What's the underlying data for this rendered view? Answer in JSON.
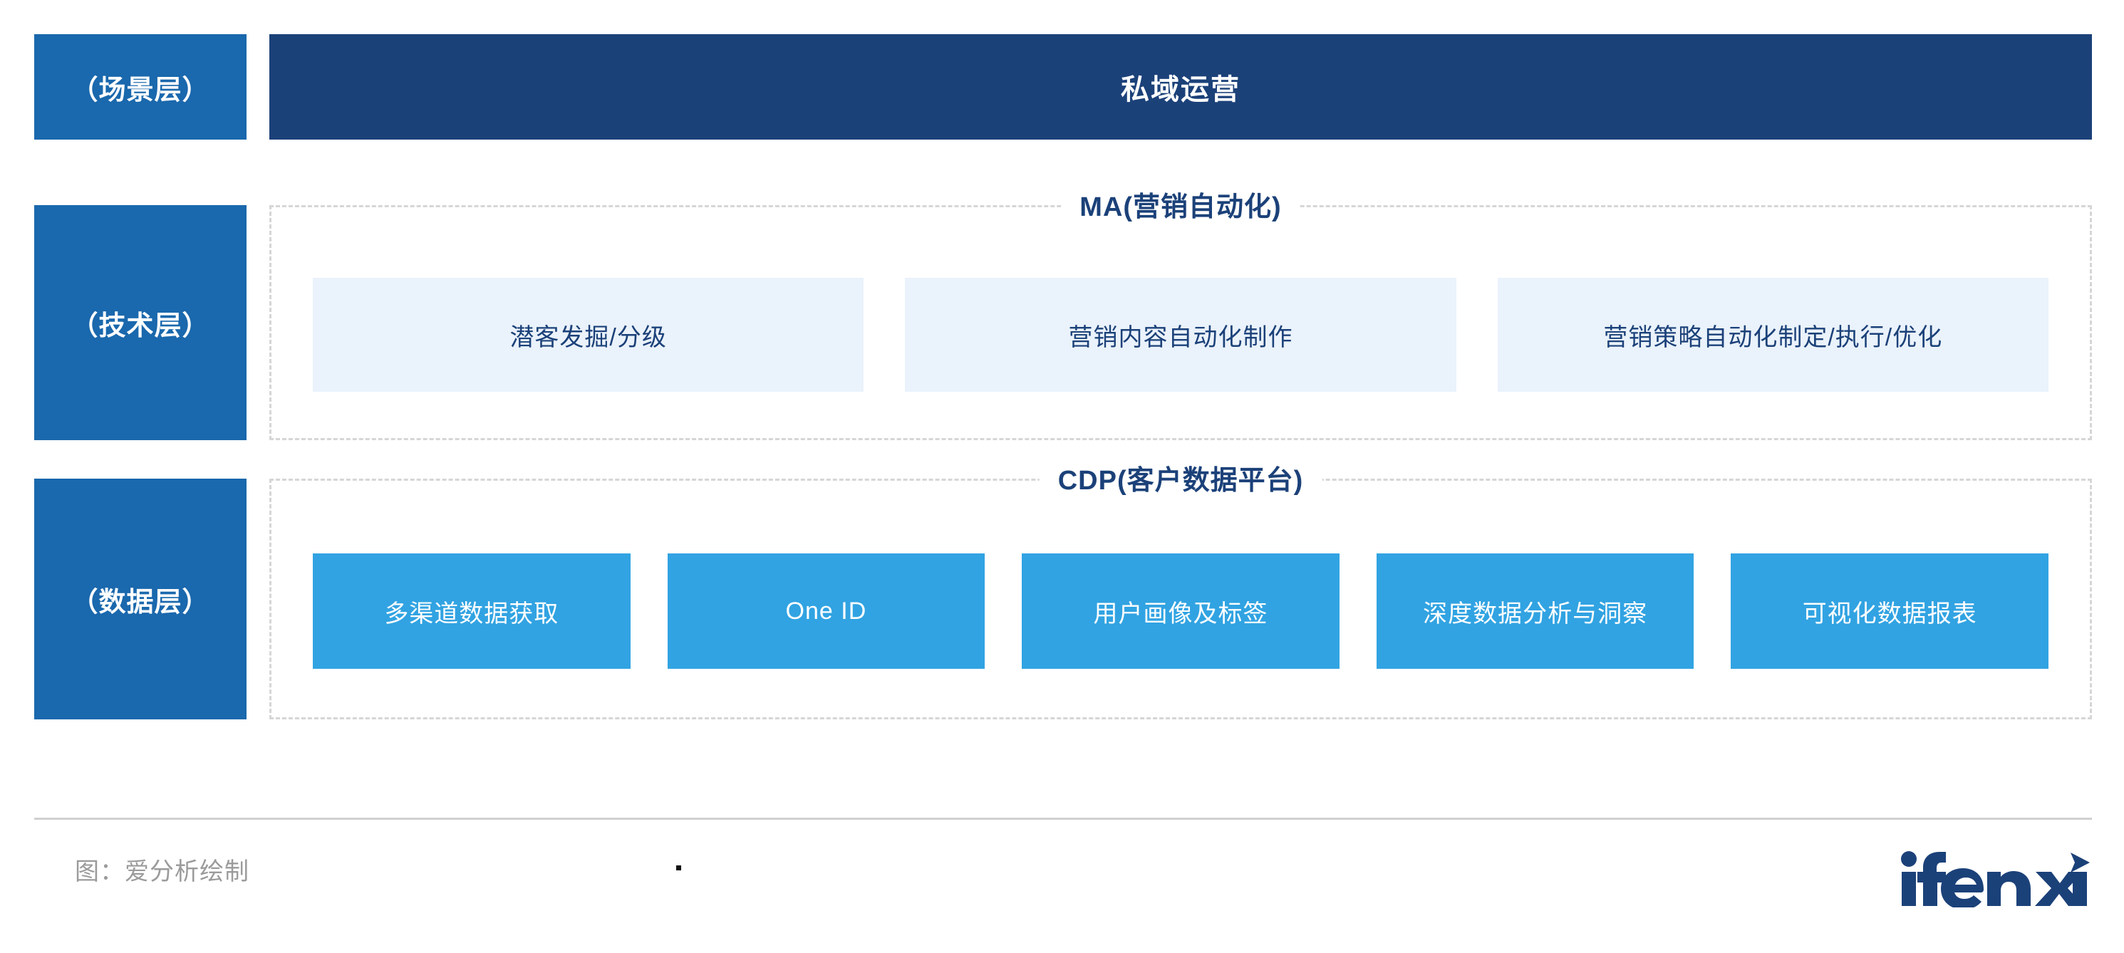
{
  "diagram": {
    "scene_layer": {
      "label": "（场景层）",
      "title": "私域运营"
    },
    "tech_layer": {
      "label": "（技术层）",
      "panel_title": "MA(营销自动化)",
      "boxes": [
        {
          "label": "潜客发掘/分级"
        },
        {
          "label": "营销内容自动化制作"
        },
        {
          "label": "营销策略自动化制定/执行/优化"
        }
      ]
    },
    "data_layer": {
      "label": "（数据层）",
      "panel_title": "CDP(客户数据平台)",
      "boxes": [
        {
          "label": "多渠道数据获取"
        },
        {
          "label": "One ID"
        },
        {
          "label": "用户画像及标签"
        },
        {
          "label": "深度数据分析与洞察"
        },
        {
          "label": "可视化数据报表"
        }
      ]
    }
  },
  "footer": {
    "source_note": "图：爱分析绘制",
    "logo_text": "ifenxi"
  },
  "colors": {
    "dark_navy": "#1b4179",
    "medium_blue": "#1a68ad",
    "light_blue": "#31a3e2",
    "pale_blue": "#eaf2fb",
    "dashed_border": "#d6d6d6",
    "divider": "#d0d0d0",
    "note_gray": "#9b9b9b"
  }
}
